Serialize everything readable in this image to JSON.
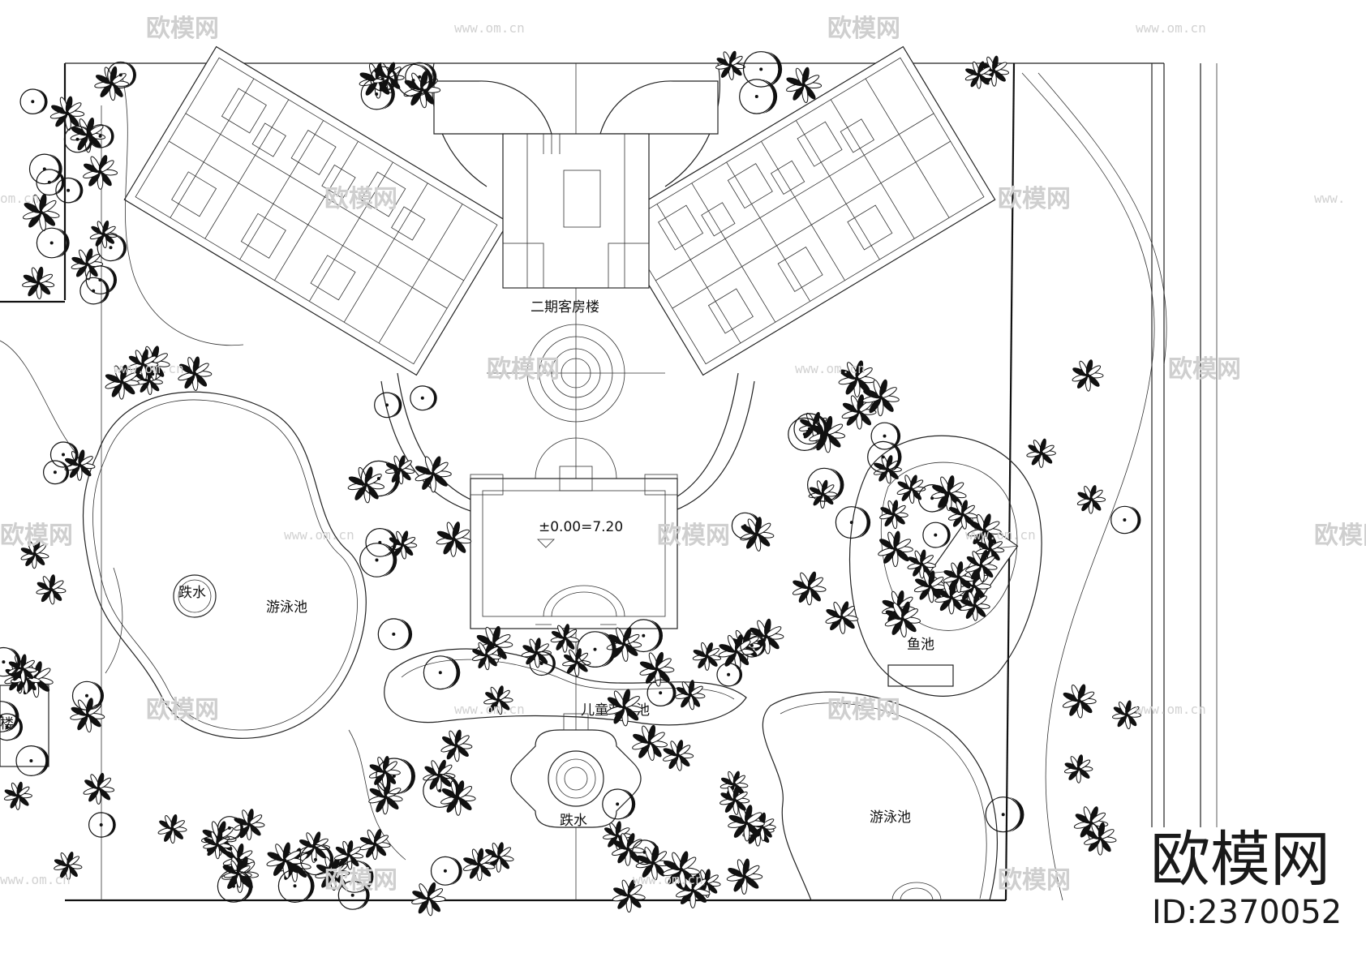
{
  "labels": {
    "building": "二期客房楼",
    "elevation": "±0.00=7.20",
    "pool_left": "游泳池",
    "pool_right": "游泳池",
    "waterfall_left": "跌水",
    "waterfall_center": "跌水",
    "kids_pool": "儿童戏水池",
    "fish_pond": "鱼池",
    "edge_glyph": "楼"
  },
  "watermark": {
    "brand": "欧模网",
    "url": "www.om.cn",
    "url_short": "om.cn",
    "url_prefix": "www."
  },
  "brand_mark": {
    "name": "欧模网",
    "id": "ID:2370052"
  },
  "plants": {
    "palm_count": 120,
    "tree_count": 60,
    "seed": 7
  }
}
